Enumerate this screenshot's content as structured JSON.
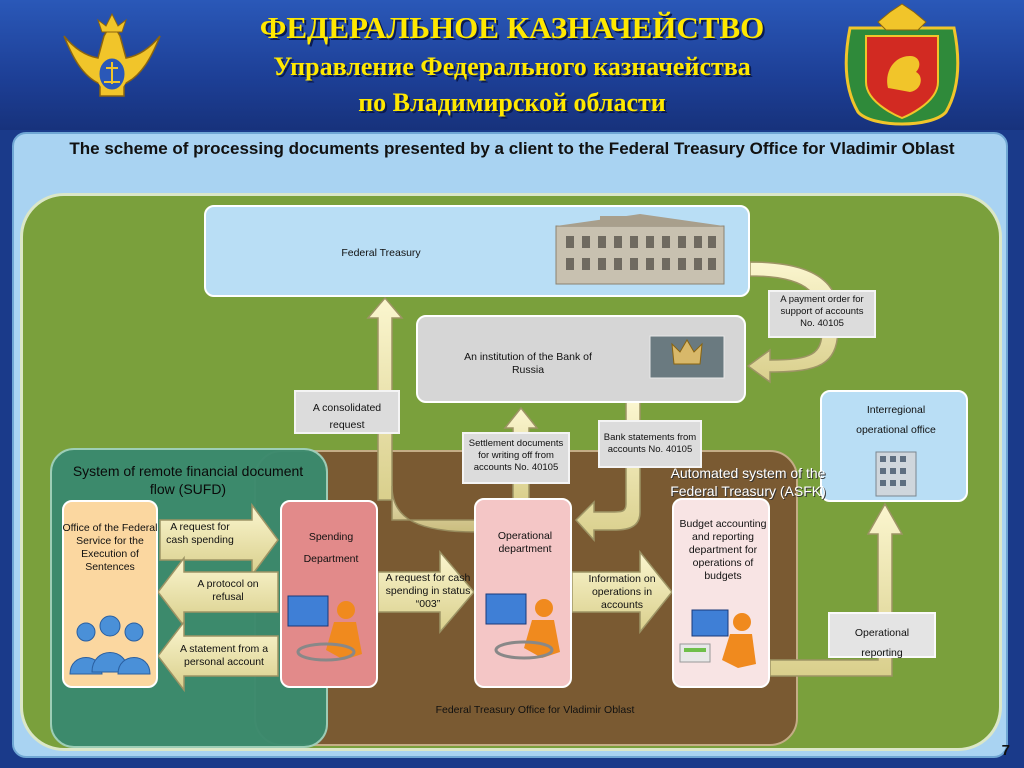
{
  "header": {
    "line1": "ФЕДЕРАЛЬНОЕ КАЗНАЧЕЙСТВО",
    "line2": "Управление Федерального казначейства",
    "line3": "по Владимирской области"
  },
  "title": "The scheme of processing documents presented by a client to the Federal Treasury Office for Vladimir Oblast",
  "nodes": {
    "federal_treasury": "Federal Treasury",
    "bank_of_russia": "An institution of the Bank of Russia",
    "interregional_office": "Interregional operational office",
    "sufd": "System of remote financial document flow (SUFD)",
    "asfk": "Automated system of the Federal Treasury (ASFK)",
    "office_fs": "Office of the Federal Service for the Execution of Sentences",
    "spending_dept": "Spending Department",
    "operational_dept": "Operational department",
    "budget_dept": "Budget accounting and reporting department for operations of budgets",
    "ftovo": "Federal Treasury Office for Vladimir Oblast"
  },
  "arrows": {
    "consolidated_request": "A consolidated request",
    "payment_order": "A payment order for support of accounts No. 40105",
    "settlement_docs": "Settlement documents for writing off from accounts No. 40105",
    "bank_statements": "Bank statements from accounts No. 40105",
    "request_cash": "A request for cash spending",
    "protocol_refusal": "A protocol on refusal",
    "statement_personal": "A statement from a personal account",
    "request_003": "A request for cash spending in status “003”",
    "info_operations": "Information on operations in accounts",
    "operational_reporting": "Operational reporting"
  },
  "page_number": "7",
  "colors": {
    "header_text": "#ffe800",
    "field": "#7aa03c",
    "brown": "#7a5a32",
    "sufd": "#3a8a6e"
  },
  "icons": [
    "double-headed-eagle-emblem",
    "vladimir-coat-of-arms",
    "treasury-building",
    "bank-emblem",
    "office-building",
    "people-group",
    "worker-at-computer"
  ]
}
